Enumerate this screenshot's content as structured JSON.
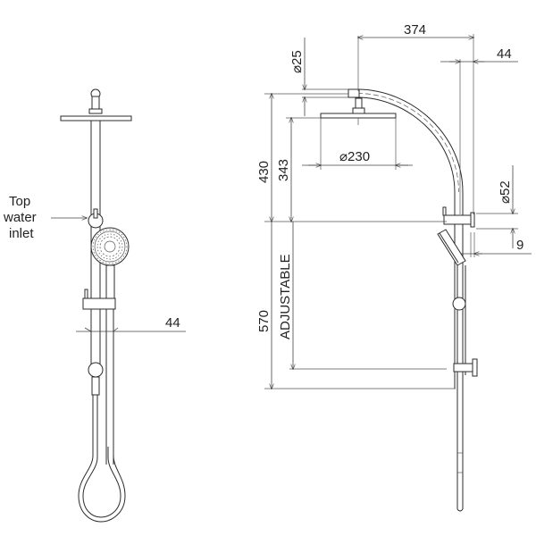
{
  "diagram": {
    "type": "technical dimension drawing",
    "subject": "twin shower rail with overhead rain shower and hand shower",
    "views": [
      {
        "name": "front view",
        "annotations": {
          "inlet_label_line1": "Top",
          "inlet_label_line2": "water",
          "inlet_label_line3": "inlet",
          "rail_offset": "44"
        }
      },
      {
        "name": "side view",
        "dimensions": {
          "arm_reach": "374",
          "wall_offset": "44",
          "arm_diameter": "25",
          "head_diameter": "230",
          "total_height_upper": "430",
          "head_drop": "343",
          "bracket_diameter": "52",
          "bracket_gap": "9",
          "lower_height": "570",
          "adjustable_label": "ADJUSTABLE"
        },
        "diameter_symbol": "⌀"
      }
    ]
  }
}
